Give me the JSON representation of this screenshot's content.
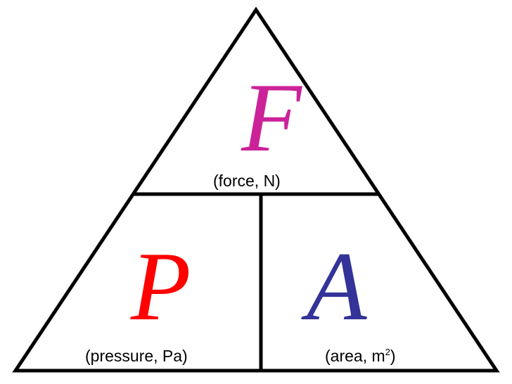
{
  "colors": {
    "outline": "#000000",
    "force": "#cc2299",
    "pressure": "#ff0000",
    "area": "#333399",
    "caption": "#000000"
  },
  "top_cell": {
    "symbol": "F",
    "caption": "(force, N)"
  },
  "bottom_left_cell": {
    "symbol": "P",
    "caption": "(pressure, Pa)"
  },
  "bottom_right_cell": {
    "symbol": "A",
    "caption_main": "(area, m",
    "caption_sup": "2",
    "caption_end": ")"
  }
}
